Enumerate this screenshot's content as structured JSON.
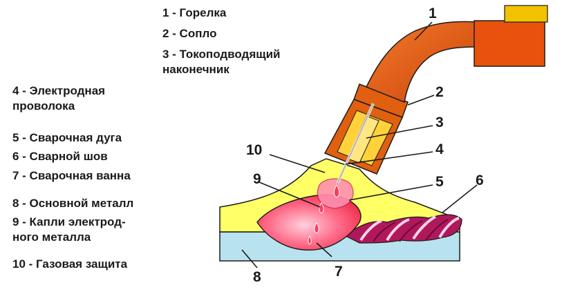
{
  "legend": [
    {
      "text": "1 - Горелка"
    },
    {
      "text": "2 - Сопло"
    },
    {
      "text": "3 - Токоподводящий\nнаконечник"
    },
    {
      "text": "4 - Электродная\nпроволока"
    },
    {
      "text": "5 - Сварочная дуга"
    },
    {
      "text": "6 - Сварной шов"
    },
    {
      "text": "7 - Сварочная ванна"
    },
    {
      "text": "8 - Основной металл"
    },
    {
      "text": "9 - Капли  электрод-\nного  металла"
    },
    {
      "text": "10 - Газовая защита"
    }
  ],
  "callouts": [
    "1",
    "2",
    "3",
    "4",
    "5",
    "6",
    "7",
    "8",
    "9",
    "10"
  ],
  "colors": {
    "torch": "#e8520c",
    "torch_dark": "#b83a06",
    "handle": "#f2c200",
    "nozzle": "#e0600f",
    "gas_shield": "#ffff66",
    "weld_pool": "#ff4d6a",
    "arc": "#ff8fb0",
    "base_metal": "#b8e2ef",
    "weld_bead": "#b0185c",
    "outline": "#1a1a1a"
  }
}
